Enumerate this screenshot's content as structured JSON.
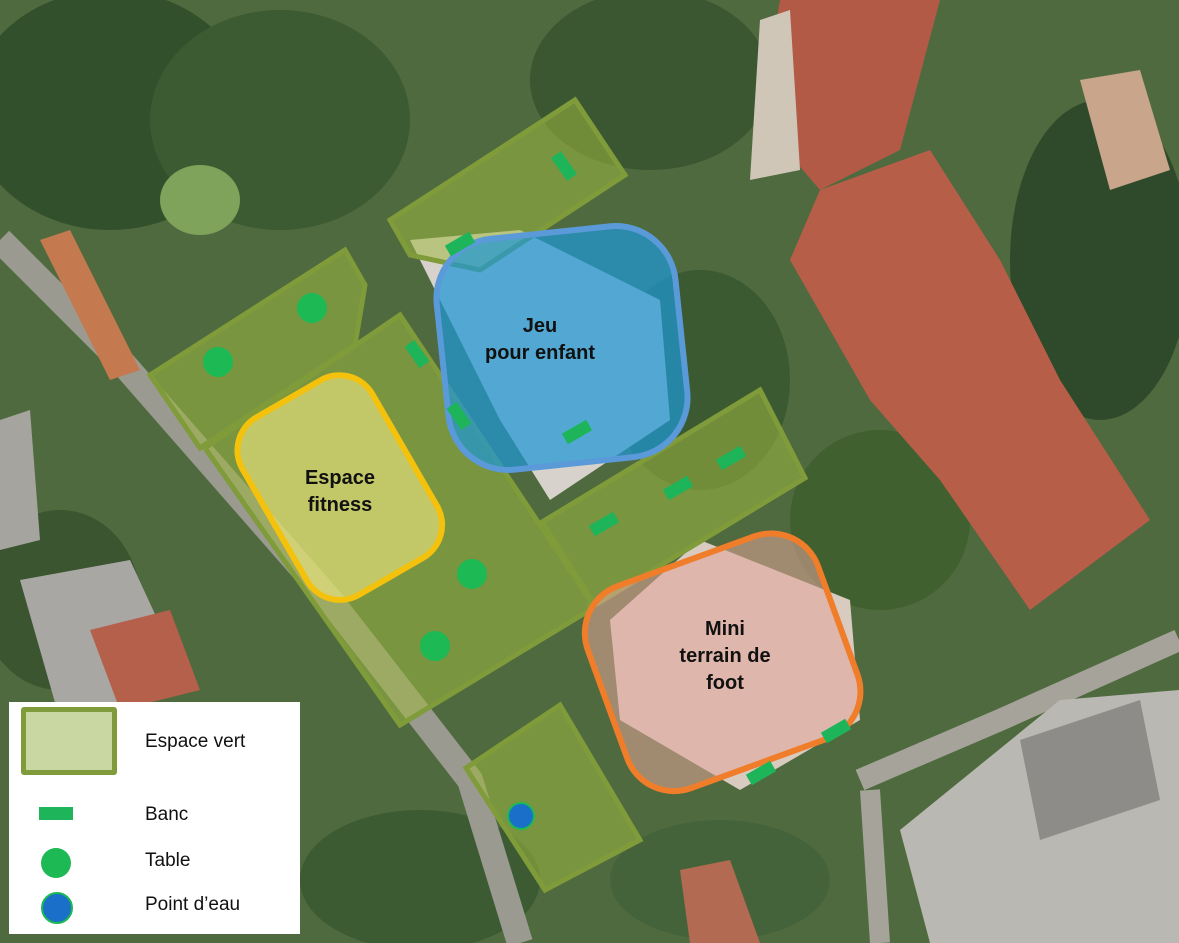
{
  "zones": {
    "jeu": {
      "line1": "Jeu",
      "line2": "pour enfant",
      "color": "#1f97d4"
    },
    "fitness": {
      "line1": "Espace",
      "line2": "fitness",
      "color": "#f4c20d"
    },
    "foot": {
      "line1": "Mini",
      "line2": "terrain de",
      "line3": "foot",
      "color": "#f07d2a"
    }
  },
  "legend": {
    "espace_vert": "Espace vert",
    "banc": "Banc",
    "table": "Table",
    "point_eau": "Point d’eau"
  },
  "colors": {
    "espace_vert_fill": "#9fb83f",
    "espace_vert_stroke": "#7f9b3a",
    "banc": "#1eb45a",
    "table": "#1db954",
    "point_eau": "#1a6fc9"
  },
  "icons": [
    "bench-icon",
    "table-icon",
    "water-point-icon"
  ]
}
